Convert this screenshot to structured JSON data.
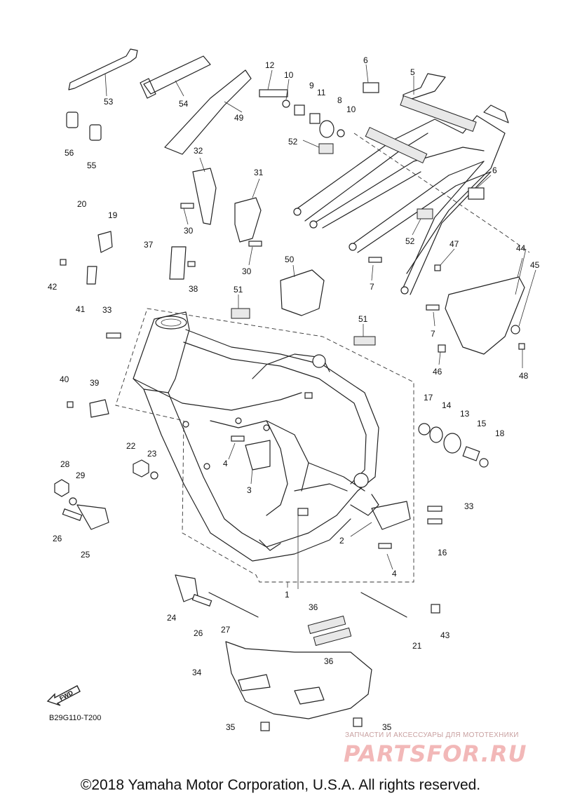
{
  "diagram_code": "B29G110-T200",
  "fwd_label": "FWD",
  "copyright": "©2018 Yamaha Motor Corporation, U.S.A. All rights reserved.",
  "watermark": {
    "tagline": "ЗАПЧАСТИ И АКСЕССУАРЫ ДЛЯ МОТОТЕХНИКИ",
    "logo": "PARTSFOR.RU"
  },
  "callouts": {
    "c1": "1",
    "c2": "2",
    "c3": "3",
    "c4a": "4",
    "c4b": "4",
    "c5": "5",
    "c6a": "6",
    "c6b": "6",
    "c7a": "7",
    "c7b": "7",
    "c8": "8",
    "c9": "9",
    "c10a": "10",
    "c10b": "10",
    "c11": "11",
    "c12": "12",
    "c13": "13",
    "c14": "14",
    "c15": "15",
    "c16": "16",
    "c17": "17",
    "c18": "18",
    "c19": "19",
    "c20": "20",
    "c21": "21",
    "c22": "22",
    "c23": "23",
    "c24": "24",
    "c25": "25",
    "c26a": "26",
    "c26b": "26",
    "c27": "27",
    "c28": "28",
    "c29": "29",
    "c30a": "30",
    "c30b": "30",
    "c31": "31",
    "c32": "32",
    "c33a": "33",
    "c33b": "33",
    "c34": "34",
    "c35a": "35",
    "c35b": "35",
    "c36a": "36",
    "c36b": "36",
    "c37": "37",
    "c38": "38",
    "c39": "39",
    "c40": "40",
    "c41": "41",
    "c42": "42",
    "c43": "43",
    "c44": "44",
    "c45": "45",
    "c46": "46",
    "c47": "47",
    "c48": "48",
    "c49": "49",
    "c50": "50",
    "c51a": "51",
    "c51b": "51",
    "c52a": "52",
    "c52b": "52",
    "c53": "53",
    "c54": "54",
    "c55": "55",
    "c56": "56"
  }
}
